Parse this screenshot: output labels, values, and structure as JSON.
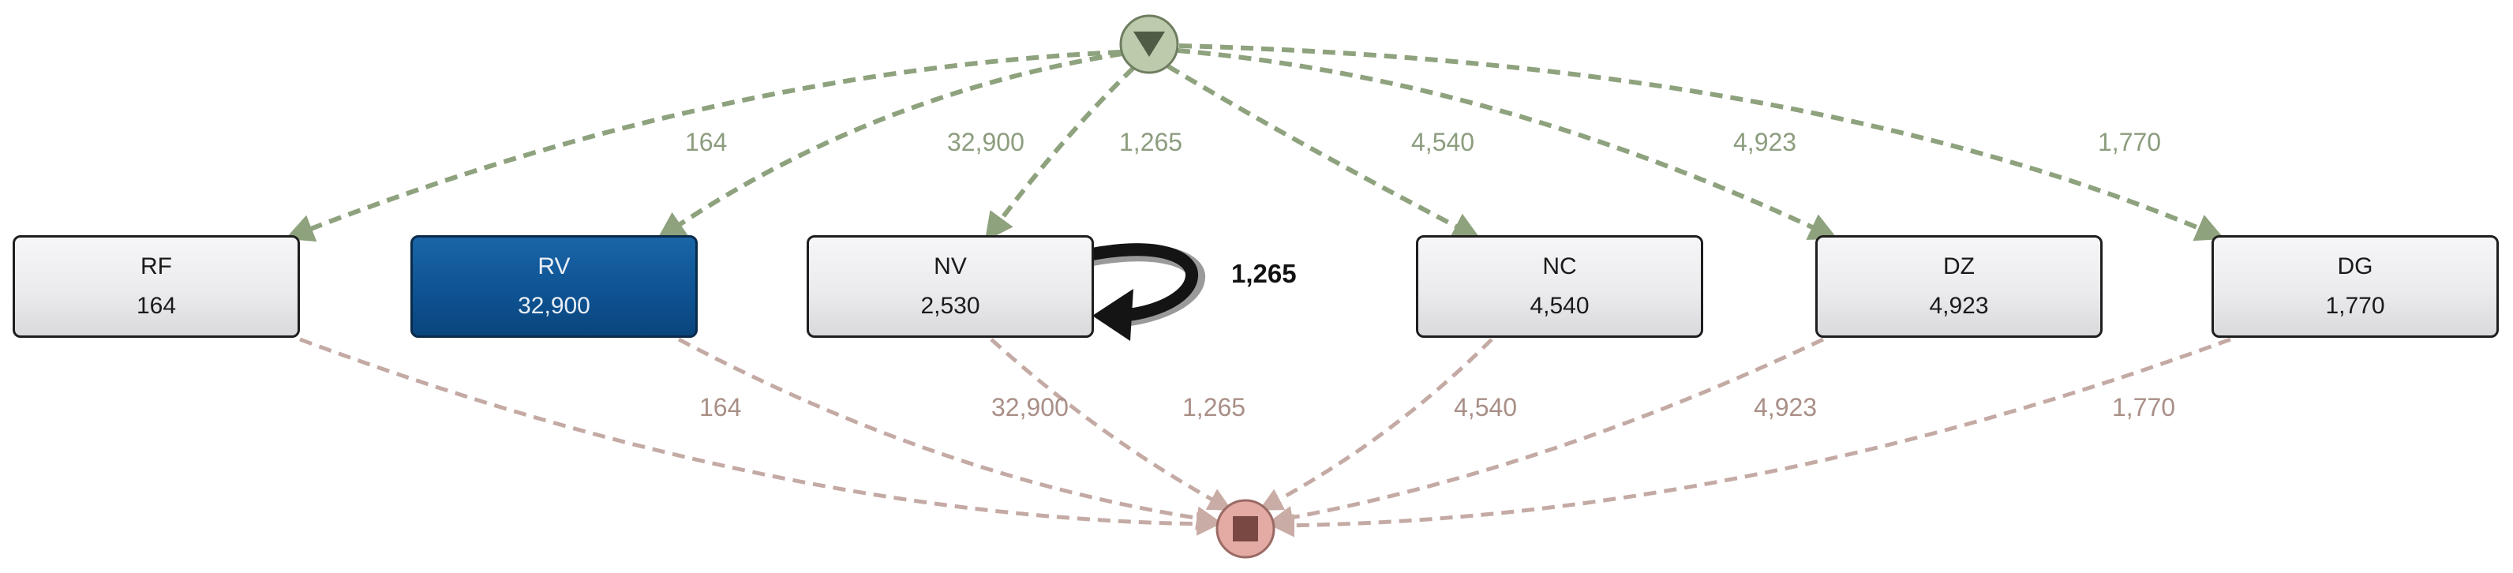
{
  "nodes": [
    {
      "id": "rf",
      "name": "RF",
      "count": "164",
      "selected": false
    },
    {
      "id": "rv",
      "name": "RV",
      "count": "32,900",
      "selected": true
    },
    {
      "id": "nv",
      "name": "NV",
      "count": "2,530",
      "selected": false
    },
    {
      "id": "nc",
      "name": "NC",
      "count": "4,540",
      "selected": false
    },
    {
      "id": "dz",
      "name": "DZ",
      "count": "4,923",
      "selected": false
    },
    {
      "id": "dg",
      "name": "DG",
      "count": "1,770",
      "selected": false
    }
  ],
  "start_edges": [
    "164",
    "32,900",
    "1,265",
    "4,540",
    "4,923",
    "1,770"
  ],
  "end_edges": [
    "164",
    "32,900",
    "1,265",
    "4,540",
    "4,923",
    "1,770"
  ],
  "self_loop": {
    "node": "NV",
    "label": "1,265"
  },
  "colors": {
    "start_node": "#bccbab",
    "end_node": "#e4aaa4",
    "in_edge": "#8ea27e",
    "out_edge": "#c4aaa4",
    "selected_node": "#0e5393",
    "loop_arrow": "#111111"
  },
  "icons": {
    "start": "triangle-down-icon",
    "end": "square-stop-icon"
  }
}
